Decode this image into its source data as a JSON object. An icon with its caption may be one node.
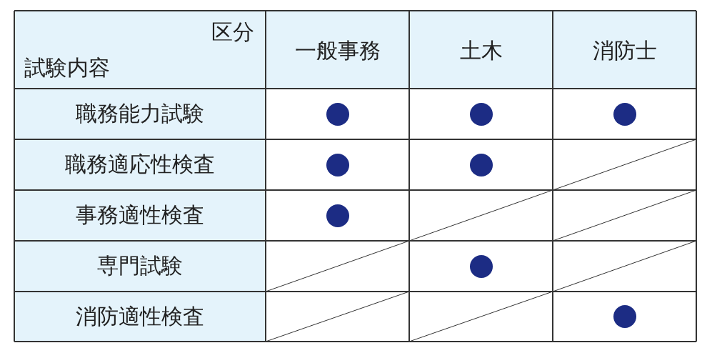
{
  "diagram": {
    "nodes": [
      {
        "text": [],
        "shape": "circle"
      },
      {
        "text": [],
        "shape": "circle"
      },
      {
        "text": [],
        "shape": "circle"
      },
      {
        "text": [],
        "shape": "circle"
      },
      {
        "text": [],
        "shape": "circle"
      },
      {
        "text": [],
        "shape": "circle"
      },
      {
        "text": [],
        "shape": "circle"
      },
      {
        "text": [],
        "shape": "circle"
      }
    ],
    "labels": [
      "区分",
      "試験内容",
      "一般事務",
      "土木",
      "消防士",
      "職務能力試験",
      "職務適応性検査",
      "事務適性検査",
      "専門試験",
      "消防適性検査"
    ]
  }
}
